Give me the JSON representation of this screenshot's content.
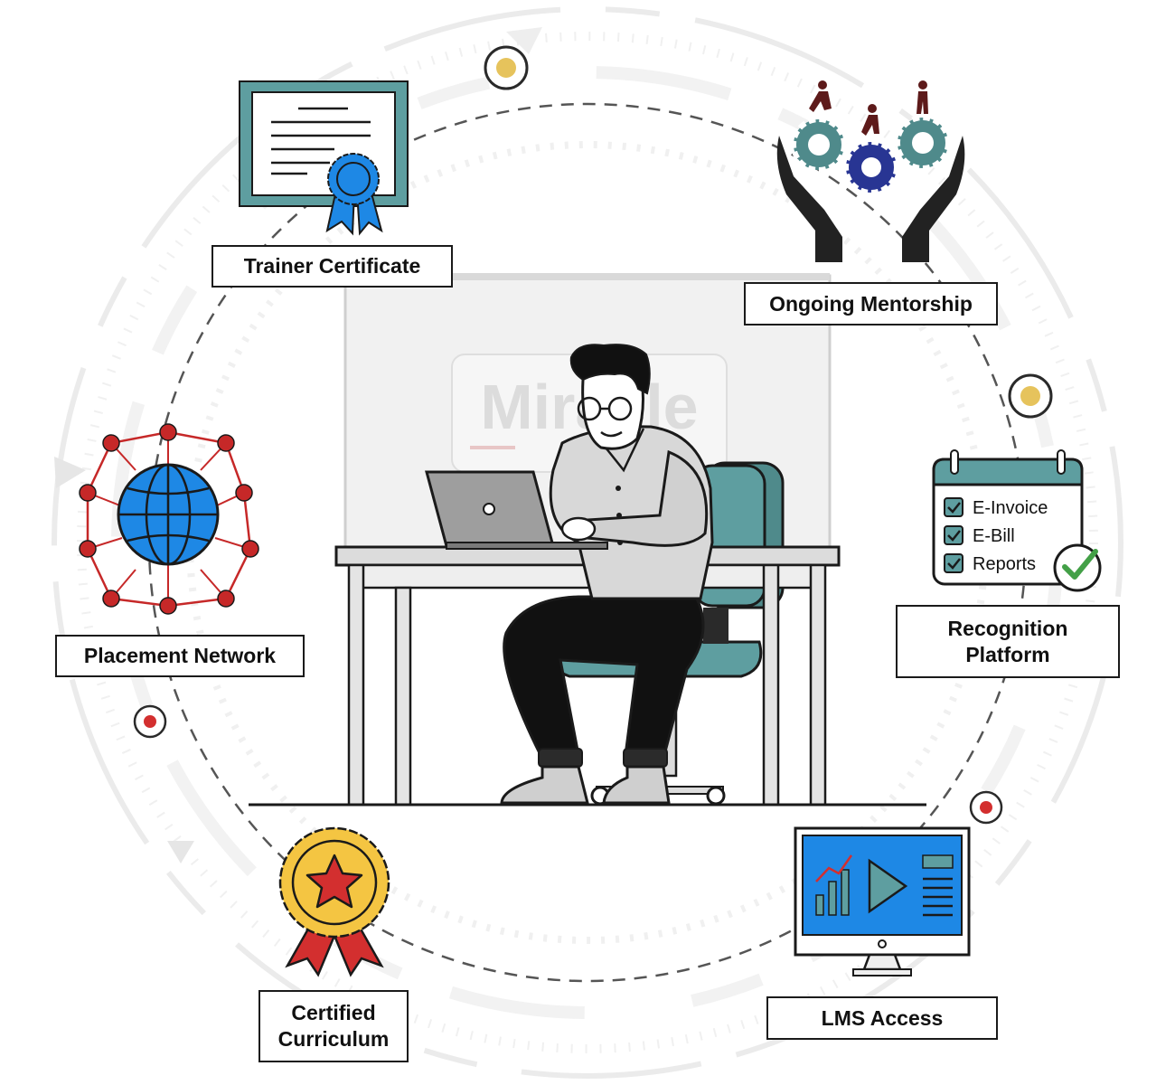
{
  "labels": {
    "trainer_certificate": "Trainer Certificate",
    "ongoing_mentorship": "Ongoing Mentorship",
    "placement_network": "Placement Network",
    "recognition_platform": [
      "Recognition",
      "Platform"
    ],
    "certified_curriculum": [
      "Certified",
      "Curriculum"
    ],
    "lms_access": "LMS Access"
  },
  "checklist": {
    "items": [
      "E-Invoice",
      "E-Bill",
      "Reports"
    ]
  },
  "watermark": {
    "text": "Miracle"
  },
  "icons": {
    "certificate": "certificate-icon",
    "mentorship": "hands-gears-icon",
    "network": "globe-network-icon",
    "checklist": "checklist-calendar-icon",
    "medal": "star-medal-icon",
    "lms": "monitor-play-icon"
  },
  "colors": {
    "accent_teal": "#5e9ea0",
    "marker_gold": "#e6c35c",
    "marker_red": "#d32f2f",
    "globe_blue": "#1e88e5",
    "network_red": "#c62828",
    "gear_teal": "#4f8a8b",
    "gear_navy": "#283593",
    "figure_maroon": "#5d1a1a",
    "check_green": "#43a047",
    "monitor_blue": "#1e88e5",
    "medal_gold": "#f4c542",
    "ribbon_red": "#d32f2f"
  }
}
